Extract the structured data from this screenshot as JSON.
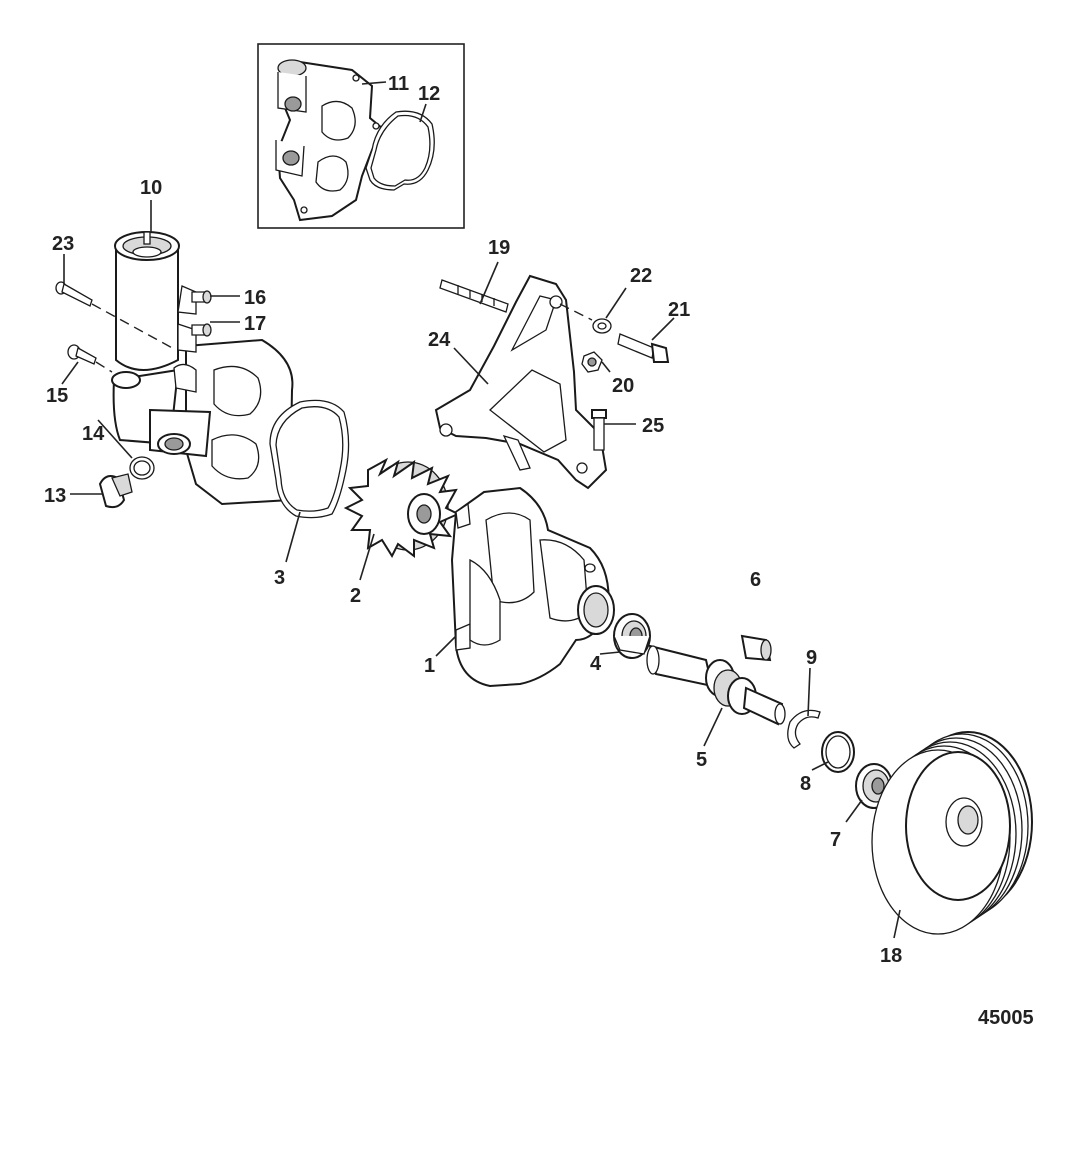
{
  "diagram_id": "45005",
  "callouts": [
    {
      "label": "1"
    },
    {
      "label": "2"
    },
    {
      "label": "3"
    },
    {
      "label": "4"
    },
    {
      "label": "5"
    },
    {
      "label": "6"
    },
    {
      "label": "7"
    },
    {
      "label": "8"
    },
    {
      "label": "9"
    },
    {
      "label": "10"
    },
    {
      "label": "11"
    },
    {
      "label": "12"
    },
    {
      "label": "13"
    },
    {
      "label": "14"
    },
    {
      "label": "15"
    },
    {
      "label": "16"
    },
    {
      "label": "17"
    },
    {
      "label": "18"
    },
    {
      "label": "19"
    },
    {
      "label": "20"
    },
    {
      "label": "21"
    },
    {
      "label": "22"
    },
    {
      "label": "23"
    },
    {
      "label": "24"
    },
    {
      "label": "25"
    }
  ]
}
